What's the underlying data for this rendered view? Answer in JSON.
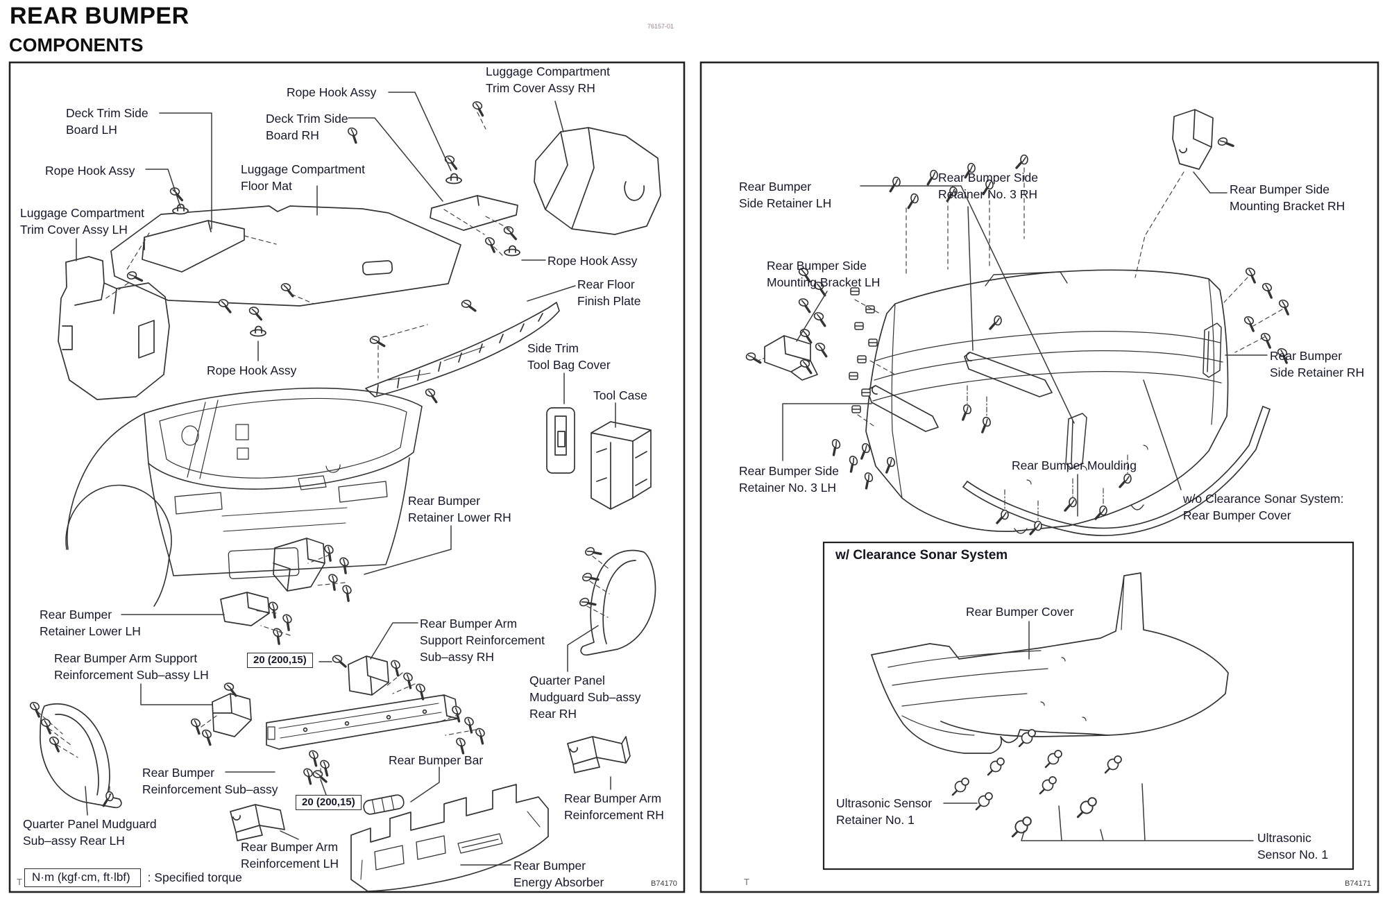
{
  "header": {
    "title": "REAR BUMPER",
    "subtitle": "COMPONENTS",
    "doc_number": "76157-01"
  },
  "left_panel": {
    "figure_id": "B74170",
    "t_mark": "T",
    "legend": {
      "torque_unit": "N·m (kgf·cm, ft·lbf)",
      "description": ": Specified torque"
    },
    "torque_boxes": [
      {
        "value": "20 (200,15)"
      },
      {
        "value": "20 (200,15)"
      }
    ],
    "labels": [
      {
        "id": "deck-trim-side-board-lh",
        "text": "Deck Trim Side\nBoard LH"
      },
      {
        "id": "rope-hook-assy-top",
        "text": "Rope Hook Assy"
      },
      {
        "id": "luggage-compartment-trim-cover-assy-rh",
        "text": "Luggage Compartment\nTrim Cover Assy RH"
      },
      {
        "id": "deck-trim-side-board-rh",
        "text": "Deck Trim Side\nBoard RH"
      },
      {
        "id": "luggage-compartment-floor-mat",
        "text": "Luggage Compartment\nFloor Mat"
      },
      {
        "id": "rope-hook-assy-left",
        "text": "Rope Hook Assy"
      },
      {
        "id": "luggage-compartment-trim-cover-assy-lh",
        "text": "Luggage Compartment\nTrim Cover Assy LH"
      },
      {
        "id": "rope-hook-assy-center",
        "text": "Rope Hook Assy"
      },
      {
        "id": "rope-hook-assy-right",
        "text": "Rope Hook Assy"
      },
      {
        "id": "rear-floor-finish-plate",
        "text": "Rear Floor\nFinish Plate"
      },
      {
        "id": "side-trim-tool-bag-cover",
        "text": "Side Trim\nTool Bag Cover"
      },
      {
        "id": "tool-case",
        "text": "Tool Case"
      },
      {
        "id": "rear-bumper-retainer-lower-rh",
        "text": "Rear Bumper\nRetainer Lower RH"
      },
      {
        "id": "rear-bumper-retainer-lower-lh",
        "text": "Rear Bumper\nRetainer Lower LH"
      },
      {
        "id": "rear-bumper-arm-support-reinforcement-sub-assy-lh",
        "text": "Rear Bumper Arm Support\nReinforcement Sub–assy LH"
      },
      {
        "id": "rear-bumper-arm-support-reinforcement-sub-assy-rh",
        "text": "Rear Bumper Arm\nSupport Reinforcement\nSub–assy RH"
      },
      {
        "id": "quarter-panel-mudguard-sub-assy-rear-rh",
        "text": "Quarter Panel\nMudguard Sub–assy\nRear RH"
      },
      {
        "id": "rear-bumper-reinforcement-sub-assy",
        "text": "Rear Bumper\nReinforcement Sub–assy"
      },
      {
        "id": "rear-bumper-bar",
        "text": "Rear Bumper Bar"
      },
      {
        "id": "quarter-panel-mudguard-sub-assy-rear-lh",
        "text": "Quarter Panel Mudguard\nSub–assy Rear LH"
      },
      {
        "id": "rear-bumper-arm-reinforcement-lh",
        "text": "Rear Bumper Arm\nReinforcement LH"
      },
      {
        "id": "rear-bumper-arm-reinforcement-rh",
        "text": "Rear Bumper Arm\nReinforcement RH"
      },
      {
        "id": "rear-bumper-energy-absorber",
        "text": "Rear Bumper\nEnergy Absorber"
      }
    ]
  },
  "right_panel": {
    "figure_id": "B74171",
    "t_mark": "T",
    "inset_title": "w/ Clearance Sonar System",
    "labels": [
      {
        "id": "rear-bumper-side-retainer-lh",
        "text": "Rear Bumper\nSide Retainer LH"
      },
      {
        "id": "rear-bumper-side-retainer-no3-rh",
        "text": "Rear Bumper Side\nRetainer No. 3 RH"
      },
      {
        "id": "rear-bumper-side-mounting-bracket-rh",
        "text": "Rear Bumper Side\nMounting Bracket RH"
      },
      {
        "id": "rear-bumper-side-mounting-bracket-lh",
        "text": "Rear Bumper Side\nMounting Bracket LH"
      },
      {
        "id": "rear-bumper-side-retainer-rh",
        "text": "Rear Bumper\nSide Retainer RH"
      },
      {
        "id": "rear-bumper-side-retainer-no3-lh",
        "text": "Rear Bumper Side\nRetainer No. 3 LH"
      },
      {
        "id": "rear-bumper-moulding",
        "text": "Rear Bumper Moulding"
      },
      {
        "id": "wo-clearance-sonar-rear-bumper-cover",
        "text": "w/o Clearance Sonar System:\nRear Bumper Cover"
      },
      {
        "id": "rear-bumper-cover",
        "text": "Rear Bumper Cover"
      },
      {
        "id": "ultrasonic-sensor-retainer-no1",
        "text": "Ultrasonic Sensor\nRetainer No. 1"
      },
      {
        "id": "ultrasonic-sensor-no1",
        "text": "Ultrasonic\nSensor No. 1"
      }
    ]
  }
}
